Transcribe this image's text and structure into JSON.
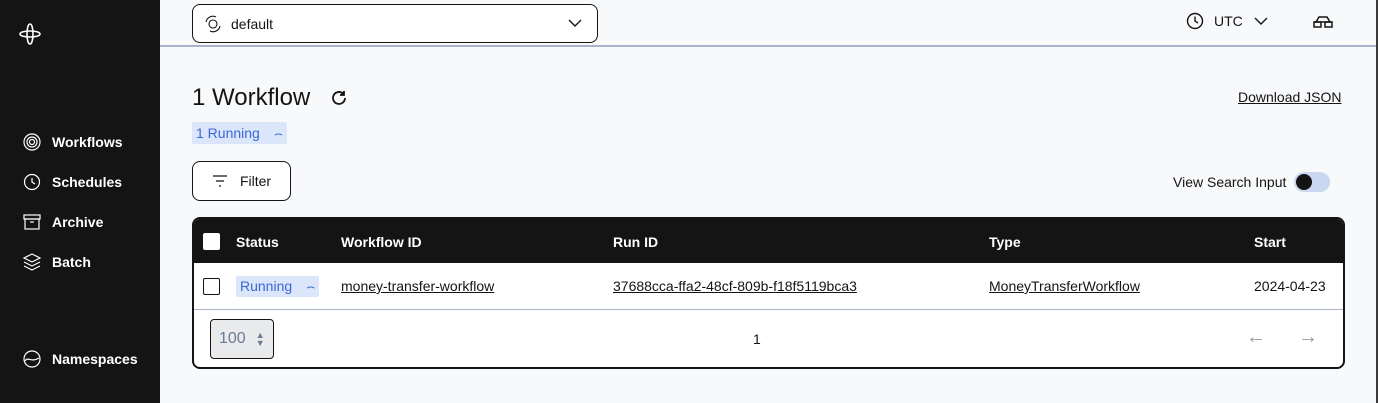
{
  "sidebar": {
    "items": [
      {
        "label": "Workflows",
        "icon": "workflows-icon"
      },
      {
        "label": "Schedules",
        "icon": "schedules-icon"
      },
      {
        "label": "Archive",
        "icon": "archive-icon"
      },
      {
        "label": "Batch",
        "icon": "batch-icon"
      },
      {
        "label": "Namespaces",
        "icon": "namespaces-icon"
      }
    ]
  },
  "header": {
    "namespace": "default",
    "timezone": "UTC"
  },
  "main": {
    "title": "1 Workflow",
    "download": "Download JSON",
    "status_badge": "1 Running",
    "filter": "Filter",
    "view_search_input": "View Search Input",
    "view_search_input_on": false
  },
  "table": {
    "columns": [
      "Status",
      "Workflow ID",
      "Run ID",
      "Type",
      "Start"
    ],
    "rows": [
      {
        "status": "Running",
        "workflow_id": "money-transfer-workflow",
        "run_id": "37688cca-ffa2-48cf-809b-f18f5119bca3",
        "type": "MoneyTransferWorkflow",
        "start": "2024-04-23"
      }
    ],
    "page_size": "100",
    "page": "1"
  },
  "colors": {
    "sidebar": "#141414",
    "accent": "#3b67d6",
    "badge_bg": "#dbe6fb"
  }
}
